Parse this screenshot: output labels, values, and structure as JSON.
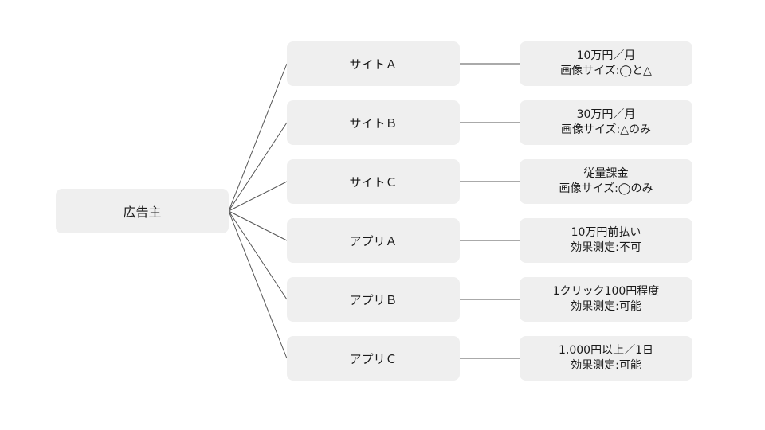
{
  "root": {
    "label": "広告主"
  },
  "items": [
    {
      "name": "サイトＡ",
      "detail_line1": "10万円／月",
      "detail_line2": "画像サイズ:◯と△"
    },
    {
      "name": "サイトＢ",
      "detail_line1": "30万円／月",
      "detail_line2": "画像サイズ:△のみ"
    },
    {
      "name": "サイトＣ",
      "detail_line1": "従量課金",
      "detail_line2": "画像サイズ:◯のみ"
    },
    {
      "name": "アプリＡ",
      "detail_line1": "10万円前払い",
      "detail_line2": "効果測定:不可"
    },
    {
      "name": "アプリＢ",
      "detail_line1": "1クリック100円程度",
      "detail_line2": "効果測定:可能"
    },
    {
      "name": "アプリＣ",
      "detail_line1": "1,000円以上／1日",
      "detail_line2": "効果測定:可能"
    }
  ]
}
